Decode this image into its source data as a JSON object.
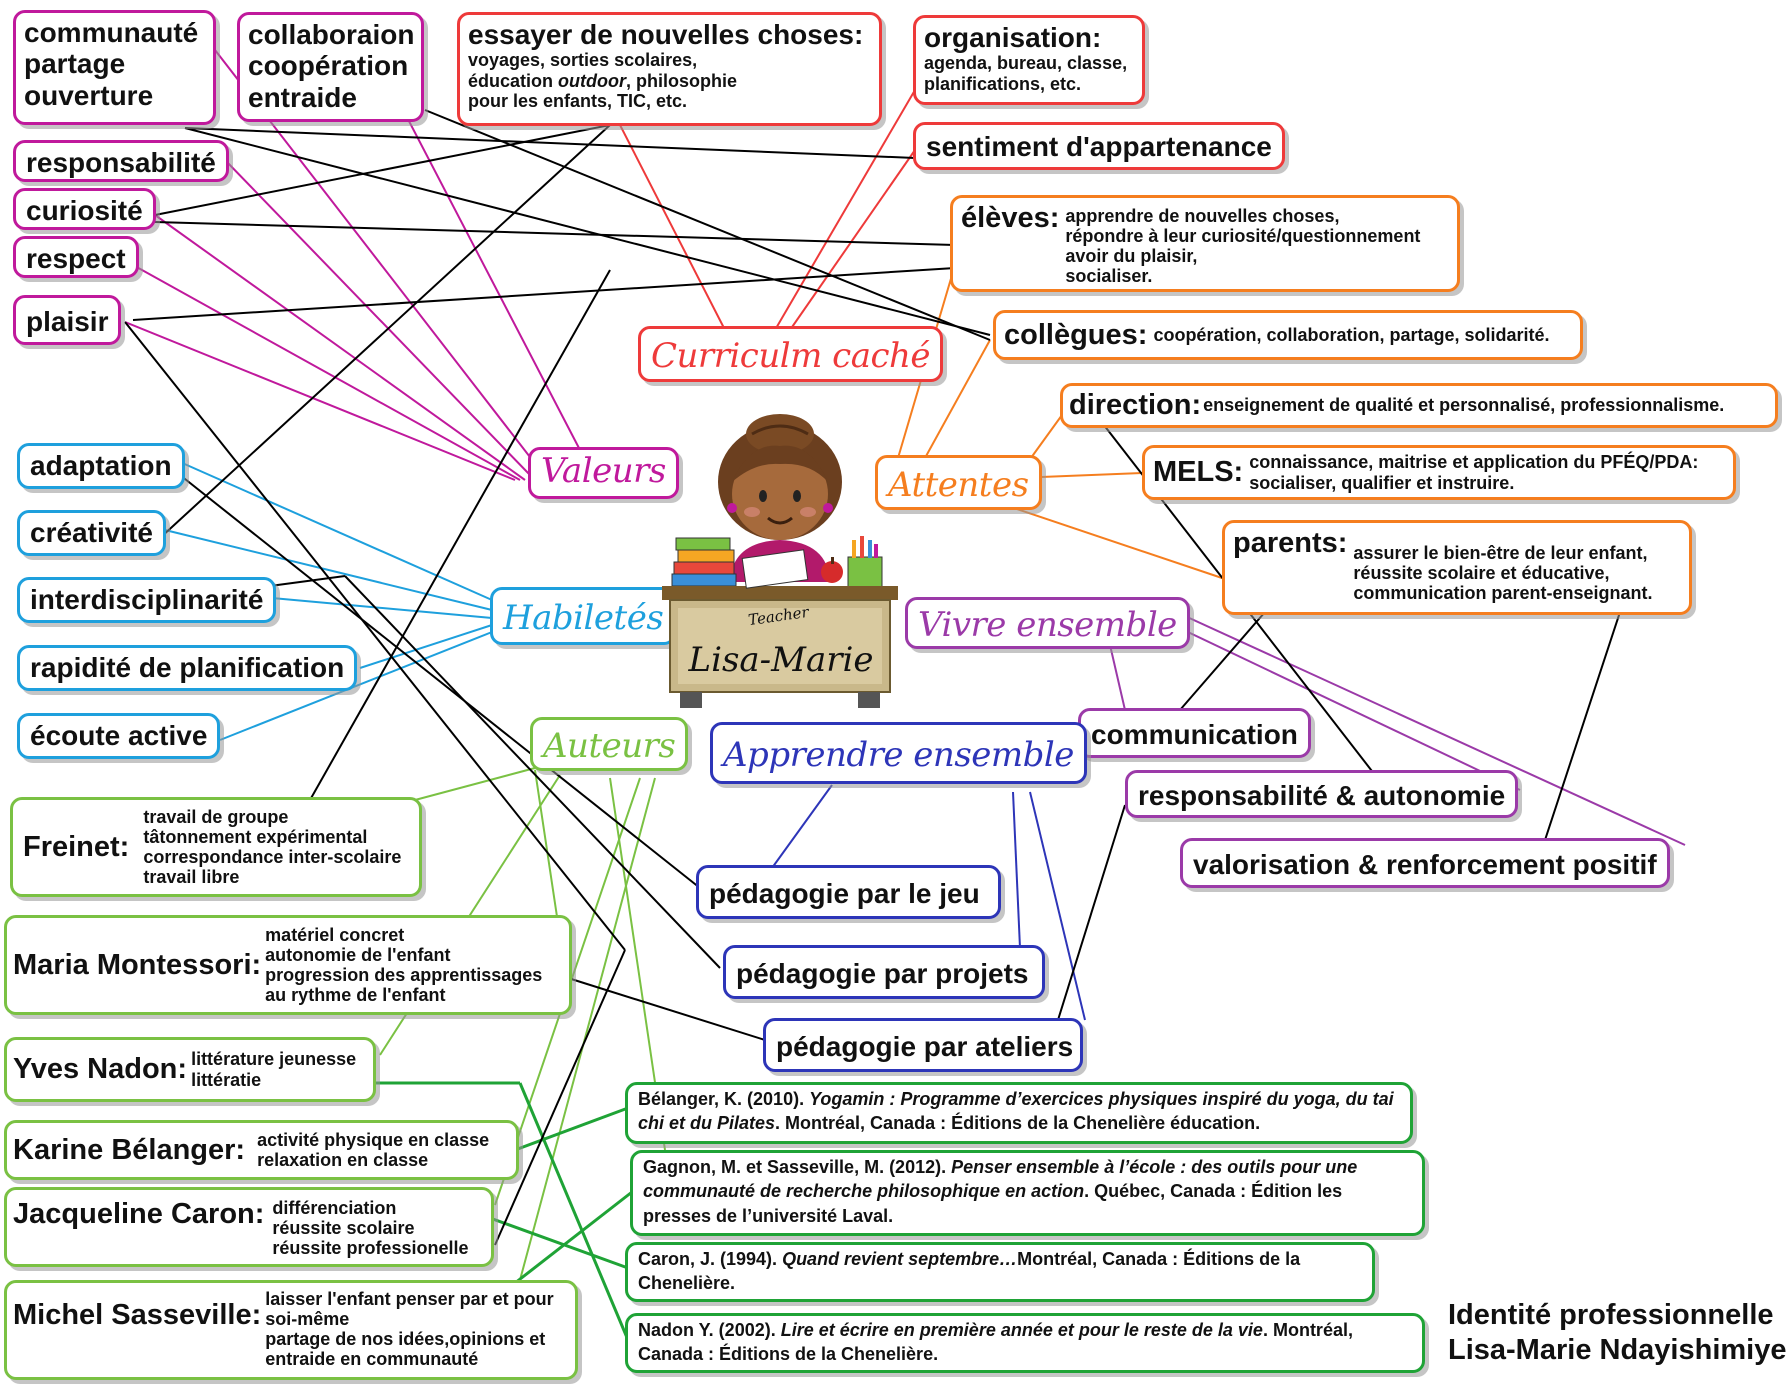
{
  "colors": {
    "valeurs": "#c0199c",
    "habiletes": "#1ea0dd",
    "curriculum": "#ee3a3a",
    "attentes": "#f57e1f",
    "vivre": "#9b3aa8",
    "auteurs": "#7ac143",
    "apprendre": "#2d35b8",
    "references": "#1fa336",
    "links": "#000000"
  },
  "center": {
    "badge": "Teacher",
    "name": "Lisa-Marie",
    "image": "teacher-at-desk-clipart"
  },
  "valeurs": {
    "title": "Valeurs",
    "items": [
      "communauté",
      "partage",
      "ouverture",
      "collaboraion",
      "coopération",
      "entraide",
      "responsabilité",
      "curiosité",
      "respect",
      "plaisir"
    ]
  },
  "habiletes": {
    "title": "Habiletés",
    "items": [
      "adaptation",
      "créativité",
      "interdisciplinarité",
      "rapidité de planification",
      "écoute active"
    ]
  },
  "curriculum": {
    "title": "Curriculm caché",
    "essayer_title": "essayer de nouvelles choses:",
    "essayer_l1": "voyages, sorties scolaires,",
    "essayer_l2_a": "éducation ",
    "essayer_l2_b": "outdoor",
    "essayer_l2_c": ", philosophie",
    "essayer_l3": "pour les enfants, TIC, etc.",
    "organisation_title": "organisation:",
    "organisation_l1": "agenda, bureau, classe,",
    "organisation_l2": "planifications, etc.",
    "appartenance": "sentiment d'appartenance"
  },
  "attentes": {
    "title": "Attentes",
    "eleves_label": "élèves:",
    "eleves_lines": [
      "apprendre de nouvelles choses,",
      "répondre à leur curiosité/questionnement",
      "avoir du plaisir,",
      "socialiser."
    ],
    "collegues_label": "collègues:",
    "collegues_text": "coopération, collaboration, partage, solidarité.",
    "direction_label": "direction:",
    "direction_text": "enseignement de qualité et personnalisé, professionnalisme.",
    "mels_label": "MELS:",
    "mels_lines": [
      "connaissance, maitrise et application du PFÉQ/PDA:",
      "socialiser, qualifier et instruire."
    ],
    "parents_label": "parents:",
    "parents_lines": [
      "assurer le bien-être de leur enfant,",
      "réussite scolaire et éducative,",
      "communication parent-enseignant."
    ]
  },
  "vivre": {
    "title": "Vivre ensemble",
    "items": [
      "communication",
      "responsabilité & autonomie",
      "valorisation & renforcement positif"
    ]
  },
  "apprendre": {
    "title": "Apprendre ensemble",
    "items": [
      "pédagogie par le jeu",
      "pédagogie par projets",
      "pédagogie par ateliers"
    ]
  },
  "auteurs": {
    "title": "Auteurs",
    "freinet_label": "Freinet:",
    "freinet_lines": [
      "travail de groupe",
      "tâtonnement expérimental",
      "correspondance inter-scolaire",
      "travail libre"
    ],
    "montessori_label": "Maria Montessori:",
    "montessori_lines": [
      "matériel concret",
      "autonomie de l'enfant",
      "progression des apprentissages",
      "au rythme de l'enfant"
    ],
    "nadon_label": "Yves Nadon:",
    "nadon_lines": [
      "littérature jeunesse",
      "littératie"
    ],
    "belanger_label": "Karine Bélanger:",
    "belanger_lines": [
      "activité physique en classe",
      "relaxation en classe"
    ],
    "caron_label": "Jacqueline Caron:",
    "caron_lines": [
      "différenciation",
      "réussite scolaire",
      "réussite professionelle"
    ],
    "sasseville_label": "Michel Sasseville:",
    "sasseville_lines": [
      "laisser l'enfant penser par et pour",
      "soi-même",
      "partage de nos idées,opinions et",
      "entraide en communauté"
    ]
  },
  "references": {
    "r1_a": "Bélanger, K. (2010). ",
    "r1_b": "Yogamin : Programme d’exercices physiques inspiré du yoga, du tai chi et du Pilates",
    "r1_c": ". Montréal, Canada : Éditions de la Chenelière éducation.",
    "r2_a": "Gagnon, M. et Sasseville, M. (2012). ",
    "r2_b": "Penser ensemble à l’école : des outils pour une communauté de recherche philosophique en action",
    "r2_c": ". Québec, Canada : Édition les presses de l’université Laval.",
    "r3_a": "Caron, J. (1994). ",
    "r3_b": "Quand revient septembre…",
    "r3_c": "Montréal, Canada : Éditions de la Chenelière.",
    "r4_a": "Nadon Y. (2002). ",
    "r4_b": "Lire et écrire en première année et pour le reste de la vie",
    "r4_c": ". Montréal, Canada : Éditions de la Chenelière."
  },
  "footer": {
    "line1": "Identité professionnelle",
    "line2": "Lisa-Marie Ndayishimiye"
  }
}
